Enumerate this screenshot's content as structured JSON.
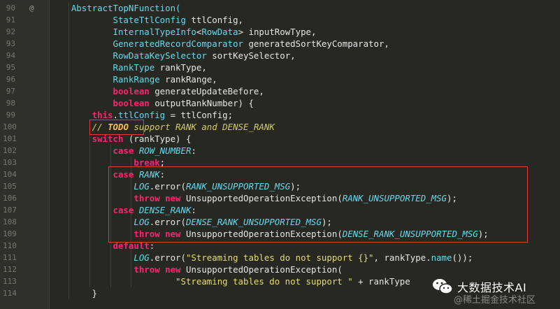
{
  "editor": {
    "lines": [
      {
        "num": "90",
        "annotation": "@",
        "tokens": [
          {
            "t": "AbstractTopNFunction(",
            "c": "type"
          }
        ]
      },
      {
        "num": "91",
        "tokens": [
          {
            "t": "StateTtlConfig",
            "c": "type"
          },
          {
            "t": " ttlConfig,",
            "c": "txt"
          }
        ]
      },
      {
        "num": "92",
        "tokens": [
          {
            "t": "InternalTypeInfo",
            "c": "type"
          },
          {
            "t": "<",
            "c": "txt"
          },
          {
            "t": "RowData",
            "c": "type"
          },
          {
            "t": "> inputRowType,",
            "c": "txt"
          }
        ]
      },
      {
        "num": "93",
        "tokens": [
          {
            "t": "GeneratedRecordComparator",
            "c": "type"
          },
          {
            "t": " generatedSortKeyComparator,",
            "c": "txt"
          }
        ]
      },
      {
        "num": "94",
        "tokens": [
          {
            "t": "RowDataKeySelector",
            "c": "type"
          },
          {
            "t": " sortKeySelector,",
            "c": "txt"
          }
        ]
      },
      {
        "num": "95",
        "tokens": [
          {
            "t": "RankType",
            "c": "type"
          },
          {
            "t": " rankType,",
            "c": "txt"
          }
        ]
      },
      {
        "num": "96",
        "tokens": [
          {
            "t": "RankRange",
            "c": "type"
          },
          {
            "t": " rankRange,",
            "c": "txt"
          }
        ]
      },
      {
        "num": "97",
        "tokens": [
          {
            "t": "boolean",
            "c": "kw"
          },
          {
            "t": " generateUpdateBefore,",
            "c": "txt"
          }
        ]
      },
      {
        "num": "98",
        "tokens": [
          {
            "t": "boolean",
            "c": "kw"
          },
          {
            "t": " outputRankNumber) {",
            "c": "txt"
          }
        ]
      },
      {
        "num": "99",
        "tokens": [
          {
            "t": "this",
            "c": "kw"
          },
          {
            "t": ".",
            "c": "txt"
          },
          {
            "t": "ttlConfig",
            "c": "type"
          },
          {
            "t": " = ttlConfig;",
            "c": "txt"
          }
        ]
      },
      {
        "num": "100",
        "tokens": [
          {
            "t": "// ",
            "c": "cmt"
          },
          {
            "t": "TODO",
            "c": "todo"
          },
          {
            "t": " support RANK and DENSE_RANK",
            "c": "cmt"
          }
        ]
      },
      {
        "num": "101",
        "tokens": [
          {
            "t": "switch",
            "c": "kw"
          },
          {
            "t": " (rankType) {",
            "c": "txt"
          }
        ]
      },
      {
        "num": "102",
        "tokens": [
          {
            "t": "case",
            "c": "kw"
          },
          {
            "t": " ",
            "c": "txt"
          },
          {
            "t": "ROW_NUMBER",
            "c": "const"
          },
          {
            "t": ":",
            "c": "txt"
          }
        ]
      },
      {
        "num": "103",
        "tokens": [
          {
            "t": "break",
            "c": "kw"
          },
          {
            "t": ";",
            "c": "txt"
          }
        ]
      },
      {
        "num": "104",
        "tokens": [
          {
            "t": "case",
            "c": "kw"
          },
          {
            "t": " ",
            "c": "txt"
          },
          {
            "t": "RANK",
            "c": "const"
          },
          {
            "t": ":",
            "c": "txt"
          }
        ]
      },
      {
        "num": "105",
        "tokens": [
          {
            "t": "LOG",
            "c": "const"
          },
          {
            "t": ".error(",
            "c": "txt"
          },
          {
            "t": "RANK_UNSUPPORTED_MSG",
            "c": "const"
          },
          {
            "t": ");",
            "c": "txt"
          }
        ]
      },
      {
        "num": "106",
        "tokens": [
          {
            "t": "throw",
            "c": "kw"
          },
          {
            "t": " ",
            "c": "txt"
          },
          {
            "t": "new",
            "c": "kw"
          },
          {
            "t": " UnsupportedOperationException(",
            "c": "txt"
          },
          {
            "t": "RANK_UNSUPPORTED_MSG",
            "c": "const"
          },
          {
            "t": ");",
            "c": "txt"
          }
        ]
      },
      {
        "num": "107",
        "tokens": [
          {
            "t": "case",
            "c": "kw"
          },
          {
            "t": " ",
            "c": "txt"
          },
          {
            "t": "DENSE_RANK",
            "c": "const"
          },
          {
            "t": ":",
            "c": "txt"
          }
        ]
      },
      {
        "num": "108",
        "tokens": [
          {
            "t": "LOG",
            "c": "const"
          },
          {
            "t": ".error(",
            "c": "txt"
          },
          {
            "t": "DENSE_RANK_UNSUPPORTED_MSG",
            "c": "const"
          },
          {
            "t": ");",
            "c": "txt"
          }
        ]
      },
      {
        "num": "109",
        "tokens": [
          {
            "t": "throw",
            "c": "kw"
          },
          {
            "t": " ",
            "c": "txt"
          },
          {
            "t": "new",
            "c": "kw"
          },
          {
            "t": " UnsupportedOperationException(",
            "c": "txt"
          },
          {
            "t": "DENSE_RANK_UNSUPPORTED_MSG",
            "c": "const"
          },
          {
            "t": ");",
            "c": "txt"
          }
        ]
      },
      {
        "num": "110",
        "tokens": [
          {
            "t": "default",
            "c": "kw"
          },
          {
            "t": ":",
            "c": "txt"
          }
        ]
      },
      {
        "num": "111",
        "tokens": [
          {
            "t": "LOG",
            "c": "const"
          },
          {
            "t": ".error(",
            "c": "txt"
          },
          {
            "t": "\"Streaming tables do not support {}\"",
            "c": "str"
          },
          {
            "t": ", rankType.",
            "c": "txt"
          },
          {
            "t": "name",
            "c": "type"
          },
          {
            "t": "());",
            "c": "txt"
          }
        ]
      },
      {
        "num": "112",
        "tokens": [
          {
            "t": "throw",
            "c": "kw"
          },
          {
            "t": " ",
            "c": "txt"
          },
          {
            "t": "new",
            "c": "kw"
          },
          {
            "t": " UnsupportedOperationException(",
            "c": "txt"
          }
        ]
      },
      {
        "num": "113",
        "tokens": [
          {
            "t": "\"Streaming tables do not support \"",
            "c": "str"
          },
          {
            "t": " + rankType",
            "c": "txt"
          }
        ]
      },
      {
        "num": "114",
        "tokens": [
          {
            "t": "}",
            "c": "txt"
          }
        ]
      }
    ]
  },
  "watermark": {
    "title": "大数据技术AI",
    "subtitle": "@稀土掘金技术社区",
    "icon": "wechat-icon"
  },
  "colors": {
    "background": "#272822",
    "highlight_box": "#e53935"
  }
}
